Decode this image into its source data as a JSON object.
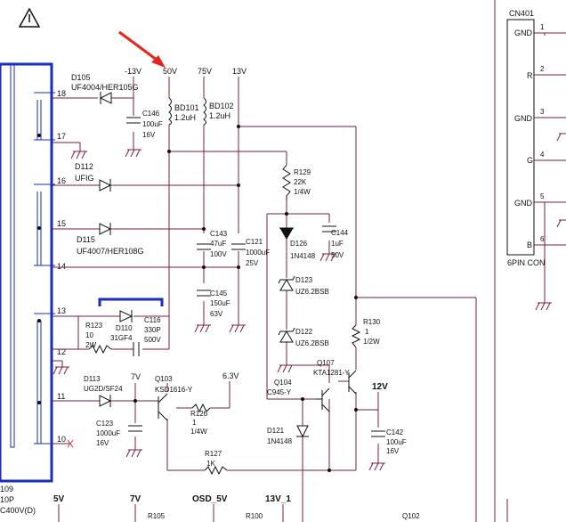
{
  "rails": {
    "n13v": "-13V",
    "p50v": "50V",
    "p75v": "75V",
    "p13v": "13V",
    "p7v_a": "7V",
    "p63v": "6.3V",
    "p12v": "12V",
    "bottom_5v": "5V",
    "bottom_7v": "7V",
    "bottom_osd": "OSD_5V",
    "bottom_13v1": "13V_1"
  },
  "pins": [
    "18",
    "17",
    "16",
    "15",
    "14",
    "13",
    "12",
    "11",
    "10"
  ],
  "parts": {
    "d105_ref": "D105",
    "d105_val": "UF4004/HER105G",
    "c146_ref": "C146",
    "c146_v1": "100uF",
    "c146_v2": "16V",
    "bd101_ref": "BD101",
    "bd101_val": "1.2uH",
    "bd102_ref": "BD102",
    "bd102_val": "1.2uH",
    "d112_ref": "D112",
    "d112_val": "UFIG",
    "r129_ref": "R129",
    "r129_v1": "22K",
    "r129_v2": "1/4W",
    "c143_ref": "C143",
    "c143_v1": "47uF",
    "c143_v2": "100V",
    "c121_ref": "C121",
    "c121_v1": "1000uF",
    "c121_v2": "25V",
    "d126_ref": "D126",
    "d126_val": "1N4148",
    "c144_ref": "C144",
    "c144_v1": "1uF",
    "c144_v2": "50V",
    "d115_ref": "D115",
    "d115_val": "UF4007/HER108G",
    "c145_ref": "C145",
    "c145_v1": "150uF",
    "c145_v2": "63V",
    "d123_ref": "D123",
    "d123_val": "UZ6.2BSB",
    "d122_ref": "D122",
    "d122_val": "UZ6.2BSB",
    "r123_ref": "R123",
    "r123_v1": "10",
    "r123_v2": "2W",
    "d110_ref": "D110",
    "d110_val": "31GF4",
    "c116_ref": "C116",
    "c116_v1": "330P",
    "c116_v2": "500V",
    "r130_ref": "R130",
    "r130_v1": "1",
    "r130_v2": "1/2W",
    "q107_ref": "Q107",
    "q107_val": "KTA1281-Y",
    "d113_ref": "D113",
    "d113_val": "UG2D/SF24",
    "q103_ref": "Q103",
    "q103_val": "KSD1616-Y",
    "q104_ref": "Q104",
    "q104_val": "C945-Y",
    "r126_ref": "R126",
    "r126_v1": "1",
    "r126_v2": "1/4W",
    "c123_ref": "C123",
    "c123_v1": "1000uF",
    "c123_v2": "16V",
    "d121_ref": "D121",
    "d121_val": "1N4148",
    "c142_ref": "C142",
    "c142_v1": "100uF",
    "c142_v2": "16V",
    "r127_ref": "R127",
    "r127_val": "1K",
    "t_ref": "109",
    "t_v1": "10P",
    "t_v2": "C400V(D)",
    "r105_ref": "R105",
    "r100_ref": "R100",
    "q102_ref": "Q102"
  },
  "connector": {
    "ref": "CN401",
    "caption": "6PIN CON",
    "pins": [
      {
        "num": "1",
        "name": "GND"
      },
      {
        "num": "2",
        "name": "R"
      },
      {
        "num": "3",
        "name": "GND"
      },
      {
        "num": "4",
        "name": "G"
      },
      {
        "num": "5",
        "name": "GND"
      },
      {
        "num": "6",
        "name": "B"
      }
    ]
  },
  "colors": {
    "wire": "#7a1f3d",
    "transformer": "#1a2bbf",
    "arrow": "#e8251b",
    "ink": "#111111"
  }
}
